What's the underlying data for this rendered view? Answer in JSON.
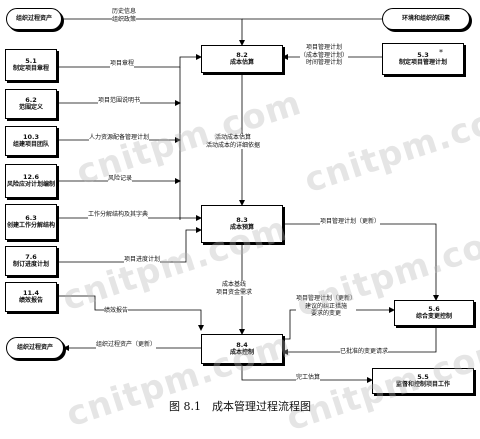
{
  "boxes": {
    "opa_top": {
      "text": "组织过程资产"
    },
    "eef": {
      "text": "环境和组织的因素"
    },
    "b51": {
      "num": "5.1",
      "text": "制定项目章程"
    },
    "b62": {
      "num": "6.2",
      "text": "范围定义"
    },
    "b103": {
      "num": "10.3",
      "text": "组建项目团队"
    },
    "b126": {
      "num": "12.6",
      "text": "风险应对计划编制"
    },
    "b63": {
      "num": "6.3",
      "text": "创建工作分解结构"
    },
    "b76": {
      "num": "7.6",
      "text": "制订进度计划"
    },
    "b114": {
      "num": "11.4",
      "text": "绩效报告"
    },
    "opa_bottom": {
      "text": "组织过程资产"
    },
    "b82": {
      "num": "8.2",
      "text": "成本估算"
    },
    "b83": {
      "num": "8.3",
      "text": "成本预算"
    },
    "b84": {
      "num": "8.4",
      "text": "成本控制"
    },
    "b53": {
      "num": "5.3",
      "text": "制定项目管理计划"
    },
    "b56": {
      "num": "5.6",
      "text": "综合变更控制"
    },
    "b55": {
      "num": "5.5",
      "text": "监督和控制项目工作"
    }
  },
  "labels": {
    "history": "历史信息",
    "org_policy": "组织政策",
    "charter": "项目章程",
    "scope_stmt": "项目范围说明书",
    "staff_plan": "人力资源配备管理计划",
    "risk_reg": "风险记录",
    "wbs": "工作分解结构及其字典",
    "pm_plan_l1": "项目管理计划",
    "pm_plan_l2": "（成本管理计划）",
    "pm_plan_l3": "时间管理计划",
    "act_cost": "活动成本估算",
    "act_basis": "活动成本的详细依据",
    "pm_plan_upd": "项目管理计划（更新）",
    "schedule": "项目进度计划",
    "baseline": "成本基线",
    "funding": "项目资金需求",
    "perf_report": "绩效报告",
    "upd_l1": "项目管理计划（更新）",
    "upd_l2": "建议的纠正措施",
    "upd_l3": "要求的变更",
    "opa_upd": "组织过程资产（更新）",
    "approved": "已批准的变更请求",
    "eac": "完工估算"
  },
  "star": "*",
  "caption": "图 8.1　成本管理过程流程图",
  "watermark": "cnitpm.com"
}
